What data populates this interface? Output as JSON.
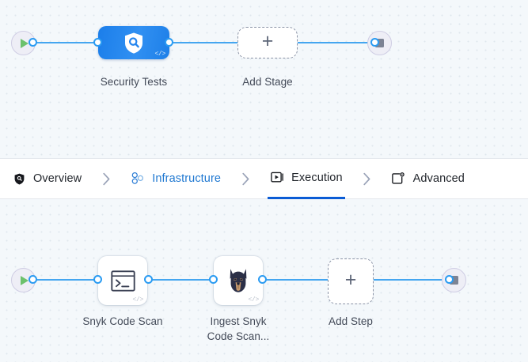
{
  "tabs": {
    "items": [
      {
        "label": "Overview",
        "icon": "shield-icon",
        "state": "default"
      },
      {
        "label": "Infrastructure",
        "icon": "infrastructure-icon",
        "state": "link"
      },
      {
        "label": "Execution",
        "icon": "execution-icon",
        "state": "active"
      },
      {
        "label": "Advanced",
        "icon": "advanced-gear-icon",
        "state": "default"
      }
    ],
    "separator": "›",
    "active_color": "#0b5cd5",
    "link_color": "#1f78d1"
  },
  "stage_pipeline": {
    "start_node": {
      "icon": "play-icon",
      "label": ""
    },
    "nodes": [
      {
        "label": "Security Tests",
        "icon": "shield-search-icon",
        "type": "stage",
        "badge": "</>"
      }
    ],
    "add_node": {
      "label": "Add Stage",
      "glyph": "+"
    },
    "end_node": {
      "icon": "stop-icon",
      "label": ""
    }
  },
  "step_pipeline": {
    "start_node": {
      "icon": "play-icon",
      "label": ""
    },
    "nodes": [
      {
        "label": "Snyk Code Scan",
        "icon": "terminal-icon",
        "type": "step",
        "badge": "</>"
      },
      {
        "label": "Ingest Snyk\nCode Scan...",
        "label_line1": "Ingest Snyk",
        "label_line2": "Code Scan...",
        "icon": "snyk-doberman-icon",
        "type": "step",
        "badge": "</>"
      }
    ],
    "add_node": {
      "label": "Add Step",
      "glyph": "+"
    },
    "end_node": {
      "icon": "stop-icon",
      "label": ""
    }
  },
  "colors": {
    "edge": "#45a6f0",
    "stage_node": "#2384ee",
    "canvas_bg": "#f4f8fb",
    "grid_dot": "#dfe7ee",
    "play": "#6cc16c",
    "stop": "#7c8394"
  }
}
